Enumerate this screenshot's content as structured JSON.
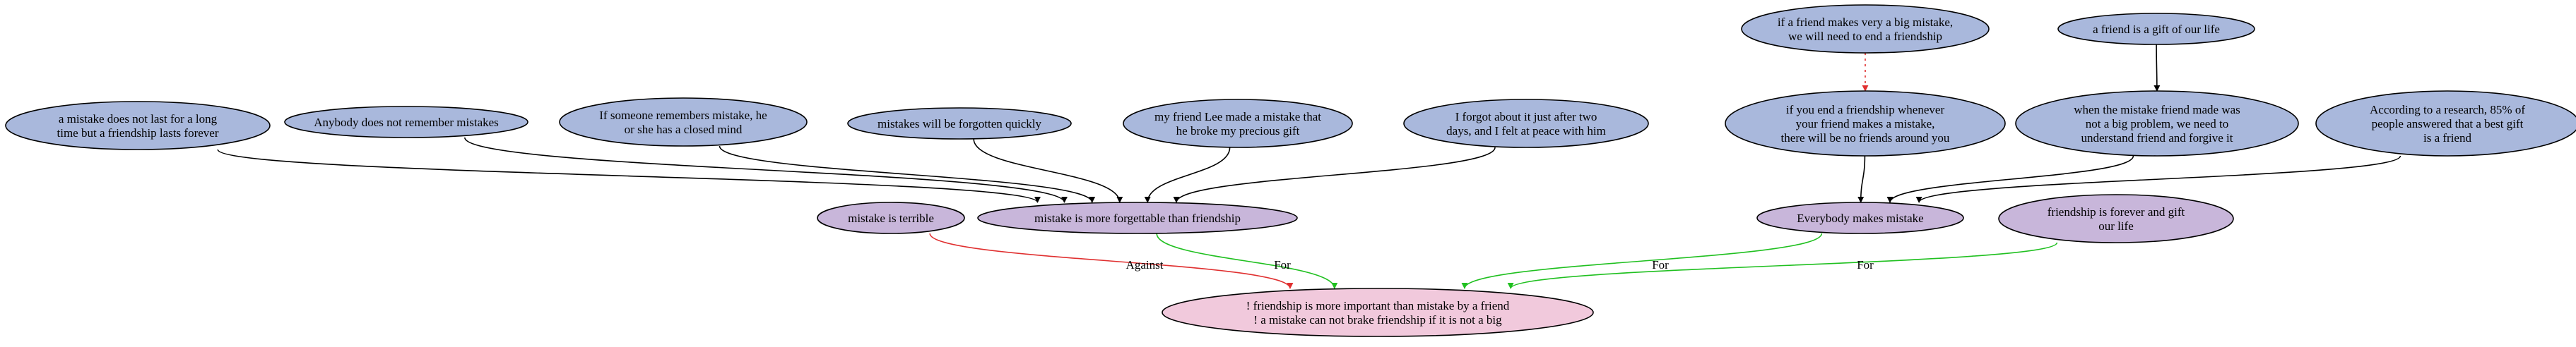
{
  "colors": {
    "premise": "#a9b8dc",
    "claim": "#c8b6da",
    "conclusion": "#f1c9dc",
    "support": "#20c020",
    "attack": "#e03030",
    "conflict": "#e03030",
    "inference": "#000000"
  },
  "nodes": [
    {
      "id": "n_mistake_short",
      "type": "premise",
      "lines": [
        "a mistake does not last for a long",
        "time but a friendship lasts forever"
      ]
    },
    {
      "id": "n_anybody",
      "type": "premise",
      "lines": [
        "Anybody does not remember mistakes"
      ]
    },
    {
      "id": "n_someone",
      "type": "premise",
      "lines": [
        "If someone remembers mistake, he",
        "or she has a closed mind"
      ]
    },
    {
      "id": "n_forgotten",
      "type": "premise",
      "lines": [
        "mistakes will be forgotten quickly"
      ]
    },
    {
      "id": "n_lee",
      "type": "premise",
      "lines": [
        "my friend Lee made a mistake that",
        "he broke my precious gift"
      ]
    },
    {
      "id": "n_forgot",
      "type": "premise",
      "lines": [
        "I forgot about it just after two",
        "days, and I felt at peace with him"
      ]
    },
    {
      "id": "n_big_mistake",
      "type": "premise",
      "lines": [
        "if a friend makes very a big mistake,",
        "we will need to end a friendship"
      ]
    },
    {
      "id": "n_gift",
      "type": "premise",
      "lines": [
        "a friend is a gift of our life"
      ]
    },
    {
      "id": "n_end_friendship",
      "type": "premise",
      "lines": [
        "if you end a friendship whenever",
        "your friend makes a mistake,",
        "there will be no friends around you"
      ]
    },
    {
      "id": "n_not_big",
      "type": "premise",
      "lines": [
        "when the mistake friend made was",
        "not a big problem, we need to",
        "understand friend and forgive it"
      ]
    },
    {
      "id": "n_research",
      "type": "premise",
      "lines": [
        "According to a research, 85% of",
        "people answered that a best gift",
        "is a friend"
      ]
    },
    {
      "id": "n_terrible",
      "type": "claim",
      "lines": [
        "mistake is terrible"
      ]
    },
    {
      "id": "n_forgettable",
      "type": "claim",
      "lines": [
        "mistake is more forgettable than friendship"
      ]
    },
    {
      "id": "n_everybody",
      "type": "claim",
      "lines": [
        "Everybody makes mistake"
      ]
    },
    {
      "id": "n_forever",
      "type": "claim",
      "lines": [
        "friendship is forever and gift",
        "our life"
      ]
    },
    {
      "id": "n_conclusion",
      "type": "conclusion",
      "lines": [
        "! friendship is more important than mistake by a friend",
        "! a mistake can not brake friendship if it is not a big"
      ]
    }
  ],
  "edges": [
    {
      "id": "e1",
      "from": "n_mistake_short",
      "to": "n_forgettable",
      "kind": "inference",
      "label": ""
    },
    {
      "id": "e2",
      "from": "n_anybody",
      "to": "n_forgettable",
      "kind": "inference",
      "label": ""
    },
    {
      "id": "e3",
      "from": "n_someone",
      "to": "n_forgettable",
      "kind": "inference",
      "label": ""
    },
    {
      "id": "e4",
      "from": "n_forgotten",
      "to": "n_forgettable",
      "kind": "inference",
      "label": ""
    },
    {
      "id": "e5",
      "from": "n_lee",
      "to": "n_forgettable",
      "kind": "inference",
      "label": ""
    },
    {
      "id": "e6",
      "from": "n_forgot",
      "to": "n_forgettable",
      "kind": "inference",
      "label": ""
    },
    {
      "id": "e7",
      "from": "n_big_mistake",
      "to": "n_end_friendship",
      "kind": "conflict",
      "label": ""
    },
    {
      "id": "e8",
      "from": "n_gift",
      "to": "n_not_big",
      "kind": "inference",
      "label": ""
    },
    {
      "id": "e9",
      "from": "n_end_friendship",
      "to": "n_everybody",
      "kind": "inference",
      "label": ""
    },
    {
      "id": "e10",
      "from": "n_not_big",
      "to": "n_everybody",
      "kind": "inference",
      "label": ""
    },
    {
      "id": "e11",
      "from": "n_research",
      "to": "n_everybody",
      "kind": "inference",
      "label": ""
    },
    {
      "id": "e12",
      "from": "n_terrible",
      "to": "n_conclusion",
      "kind": "attack",
      "label": "Against"
    },
    {
      "id": "e13",
      "from": "n_forgettable",
      "to": "n_conclusion",
      "kind": "support",
      "label": "For"
    },
    {
      "id": "e14",
      "from": "n_everybody",
      "to": "n_conclusion",
      "kind": "support",
      "label": "For"
    },
    {
      "id": "e15",
      "from": "n_forever",
      "to": "n_conclusion",
      "kind": "support",
      "label": "For"
    }
  ]
}
